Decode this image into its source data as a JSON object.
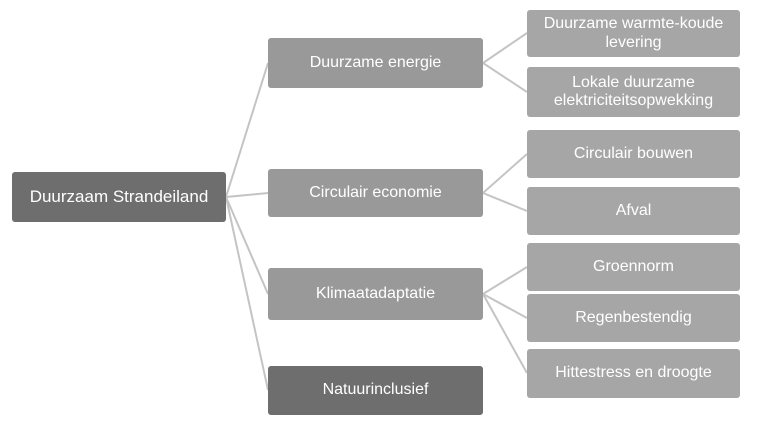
{
  "root": {
    "label": "Duurzaam Strandeiland"
  },
  "themes": [
    {
      "label": "Duurzame energie",
      "children": [
        "Duurzame warmte-koude levering",
        "Lokale duurzame elektriciteitsopwekking"
      ]
    },
    {
      "label": "Circulair economie",
      "children": [
        "Circulair bouwen",
        "Afval"
      ]
    },
    {
      "label": "Klimaatadaptatie",
      "children": [
        "Groennorm",
        "Regenbestendig",
        "Hittestress en droogte"
      ]
    },
    {
      "label": "Natuurinclusief",
      "children": []
    }
  ],
  "colors": {
    "root": "#6e6e6e",
    "theme": "#999999",
    "theme_highlight": "#6e6e6e",
    "subtopic": "#a6a6a6",
    "connector": "#c4c4c4",
    "text": "#ffffff"
  }
}
